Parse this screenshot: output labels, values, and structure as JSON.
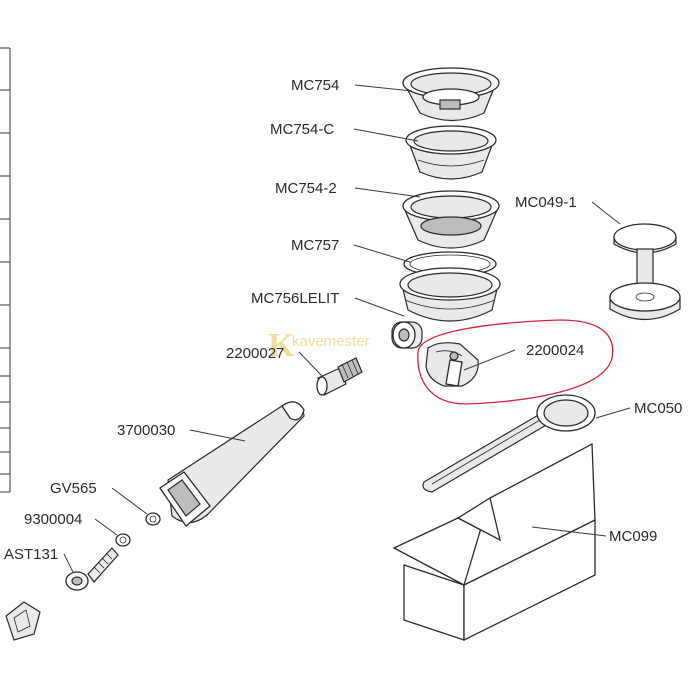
{
  "labels": {
    "mc754": "MC754",
    "mc754c": "MC754-C",
    "mc7542": "MC754-2",
    "mc757": "MC757",
    "mc756lelit": "MC756LELIT",
    "p2200027": "2200027",
    "p2200024": "2200024",
    "mc0491": "MC049-1",
    "mc050": "MC050",
    "p3700030": "3700030",
    "gv565": "GV565",
    "p9300004": "9300004",
    "ast131": "AST131",
    "mc099": "MC099"
  },
  "watermark": "kavemester",
  "highlight_color": "#d8203a"
}
